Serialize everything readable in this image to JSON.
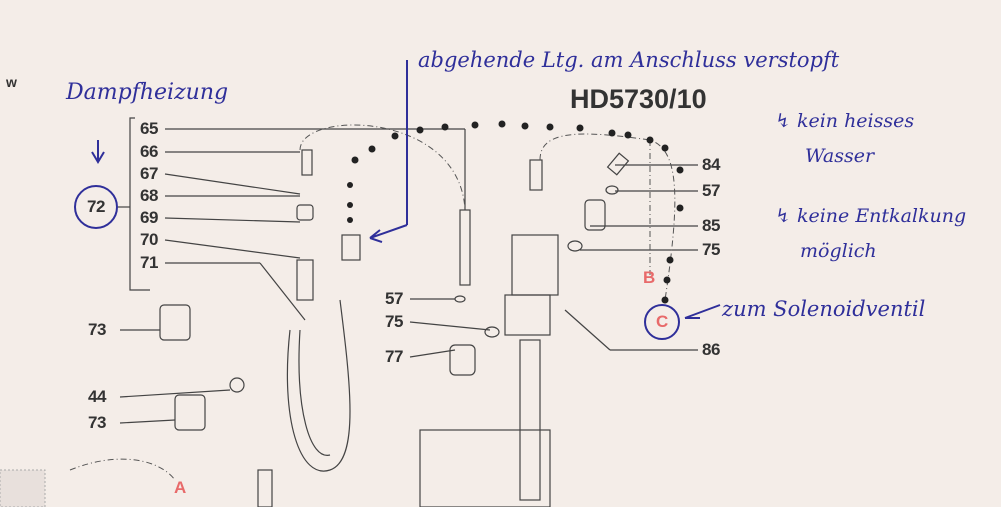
{
  "title": "HD5730/10",
  "edge_letter": "w",
  "part_numbers_left": [
    "65",
    "66",
    "67",
    "68",
    "69",
    "70",
    "71",
    "72",
    "73",
    "44",
    "73"
  ],
  "part_numbers_mid": [
    "57",
    "75",
    "77"
  ],
  "part_numbers_right": [
    "84",
    "57",
    "85",
    "75",
    "86"
  ],
  "connectors": {
    "a": "A",
    "b": "B",
    "c": "C"
  },
  "handwriting": {
    "dampfheizung": "Dampfheizung",
    "abgehende": "abgehende Ltg. am Anschluss verstopft",
    "kein_heisses": "↯ kein heisses",
    "wasser": "Wasser",
    "keine_entkalkung": "↯ keine Entkalkung",
    "moeglich": "möglich",
    "zum_solenoid": "zum Solenoidventil"
  },
  "colors": {
    "ink": "#2f2f9a",
    "print": "#333333",
    "connector": "#e86a6a",
    "paper": "#f4ede8"
  }
}
